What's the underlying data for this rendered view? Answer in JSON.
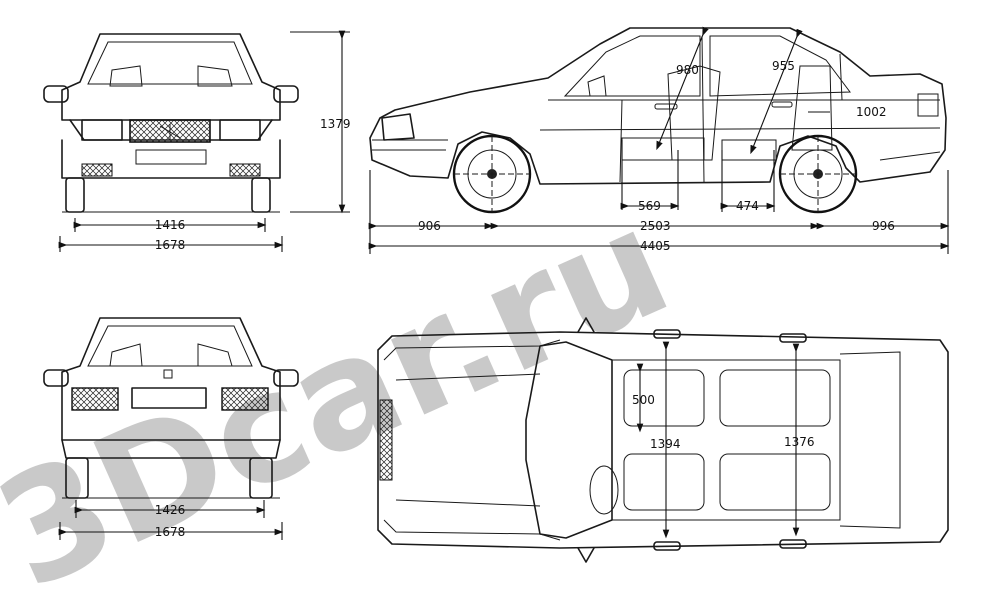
{
  "watermark": "3Dcar.ru",
  "front_view": {
    "track_width": "1416",
    "overall_width": "1678",
    "overall_height": "1379"
  },
  "rear_view": {
    "track_width": "1426",
    "overall_width": "1678"
  },
  "side_view": {
    "front_overhang": "906",
    "wheelbase": "2503",
    "rear_overhang": "996",
    "overall_length": "4405",
    "front_headroom": "980",
    "rear_headroom": "955",
    "rear_window_height": "1002",
    "front_seat_cushion": "569",
    "rear_seat_cushion": "474"
  },
  "top_view": {
    "seat_width": "500",
    "front_shoulder_width": "1394",
    "rear_shoulder_width": "1376"
  }
}
